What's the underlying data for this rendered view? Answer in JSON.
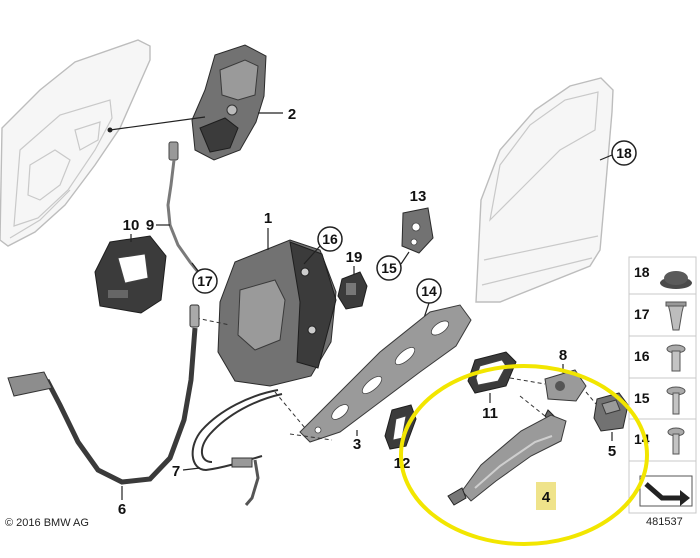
{
  "callouts": {
    "p1": "1",
    "p2": "2",
    "p3": "3",
    "p4": "4",
    "p5": "5",
    "p6": "6",
    "p7": "7",
    "p8": "8",
    "p9": "9",
    "p10": "10",
    "p11": "11",
    "p12": "12",
    "p13": "13",
    "p14": "14",
    "p15": "15",
    "p16": "16",
    "p17": "17",
    "p18": "18",
    "p19": "19"
  },
  "legend": {
    "items": [
      {
        "label": "18",
        "icon": "grommet-icon"
      },
      {
        "label": "17",
        "icon": "clip-icon"
      },
      {
        "label": "16",
        "icon": "screw-icon"
      },
      {
        "label": "15",
        "icon": "screw-icon"
      },
      {
        "label": "14",
        "icon": "screw-icon"
      }
    ],
    "footer_icon": "arrow-icon"
  },
  "footer": {
    "copyright": "© 2016 BMW AG",
    "diagram_id": "481537"
  },
  "colors": {
    "highlight": "#f2e600",
    "label_box": "#efe38a",
    "part": "#727272"
  }
}
